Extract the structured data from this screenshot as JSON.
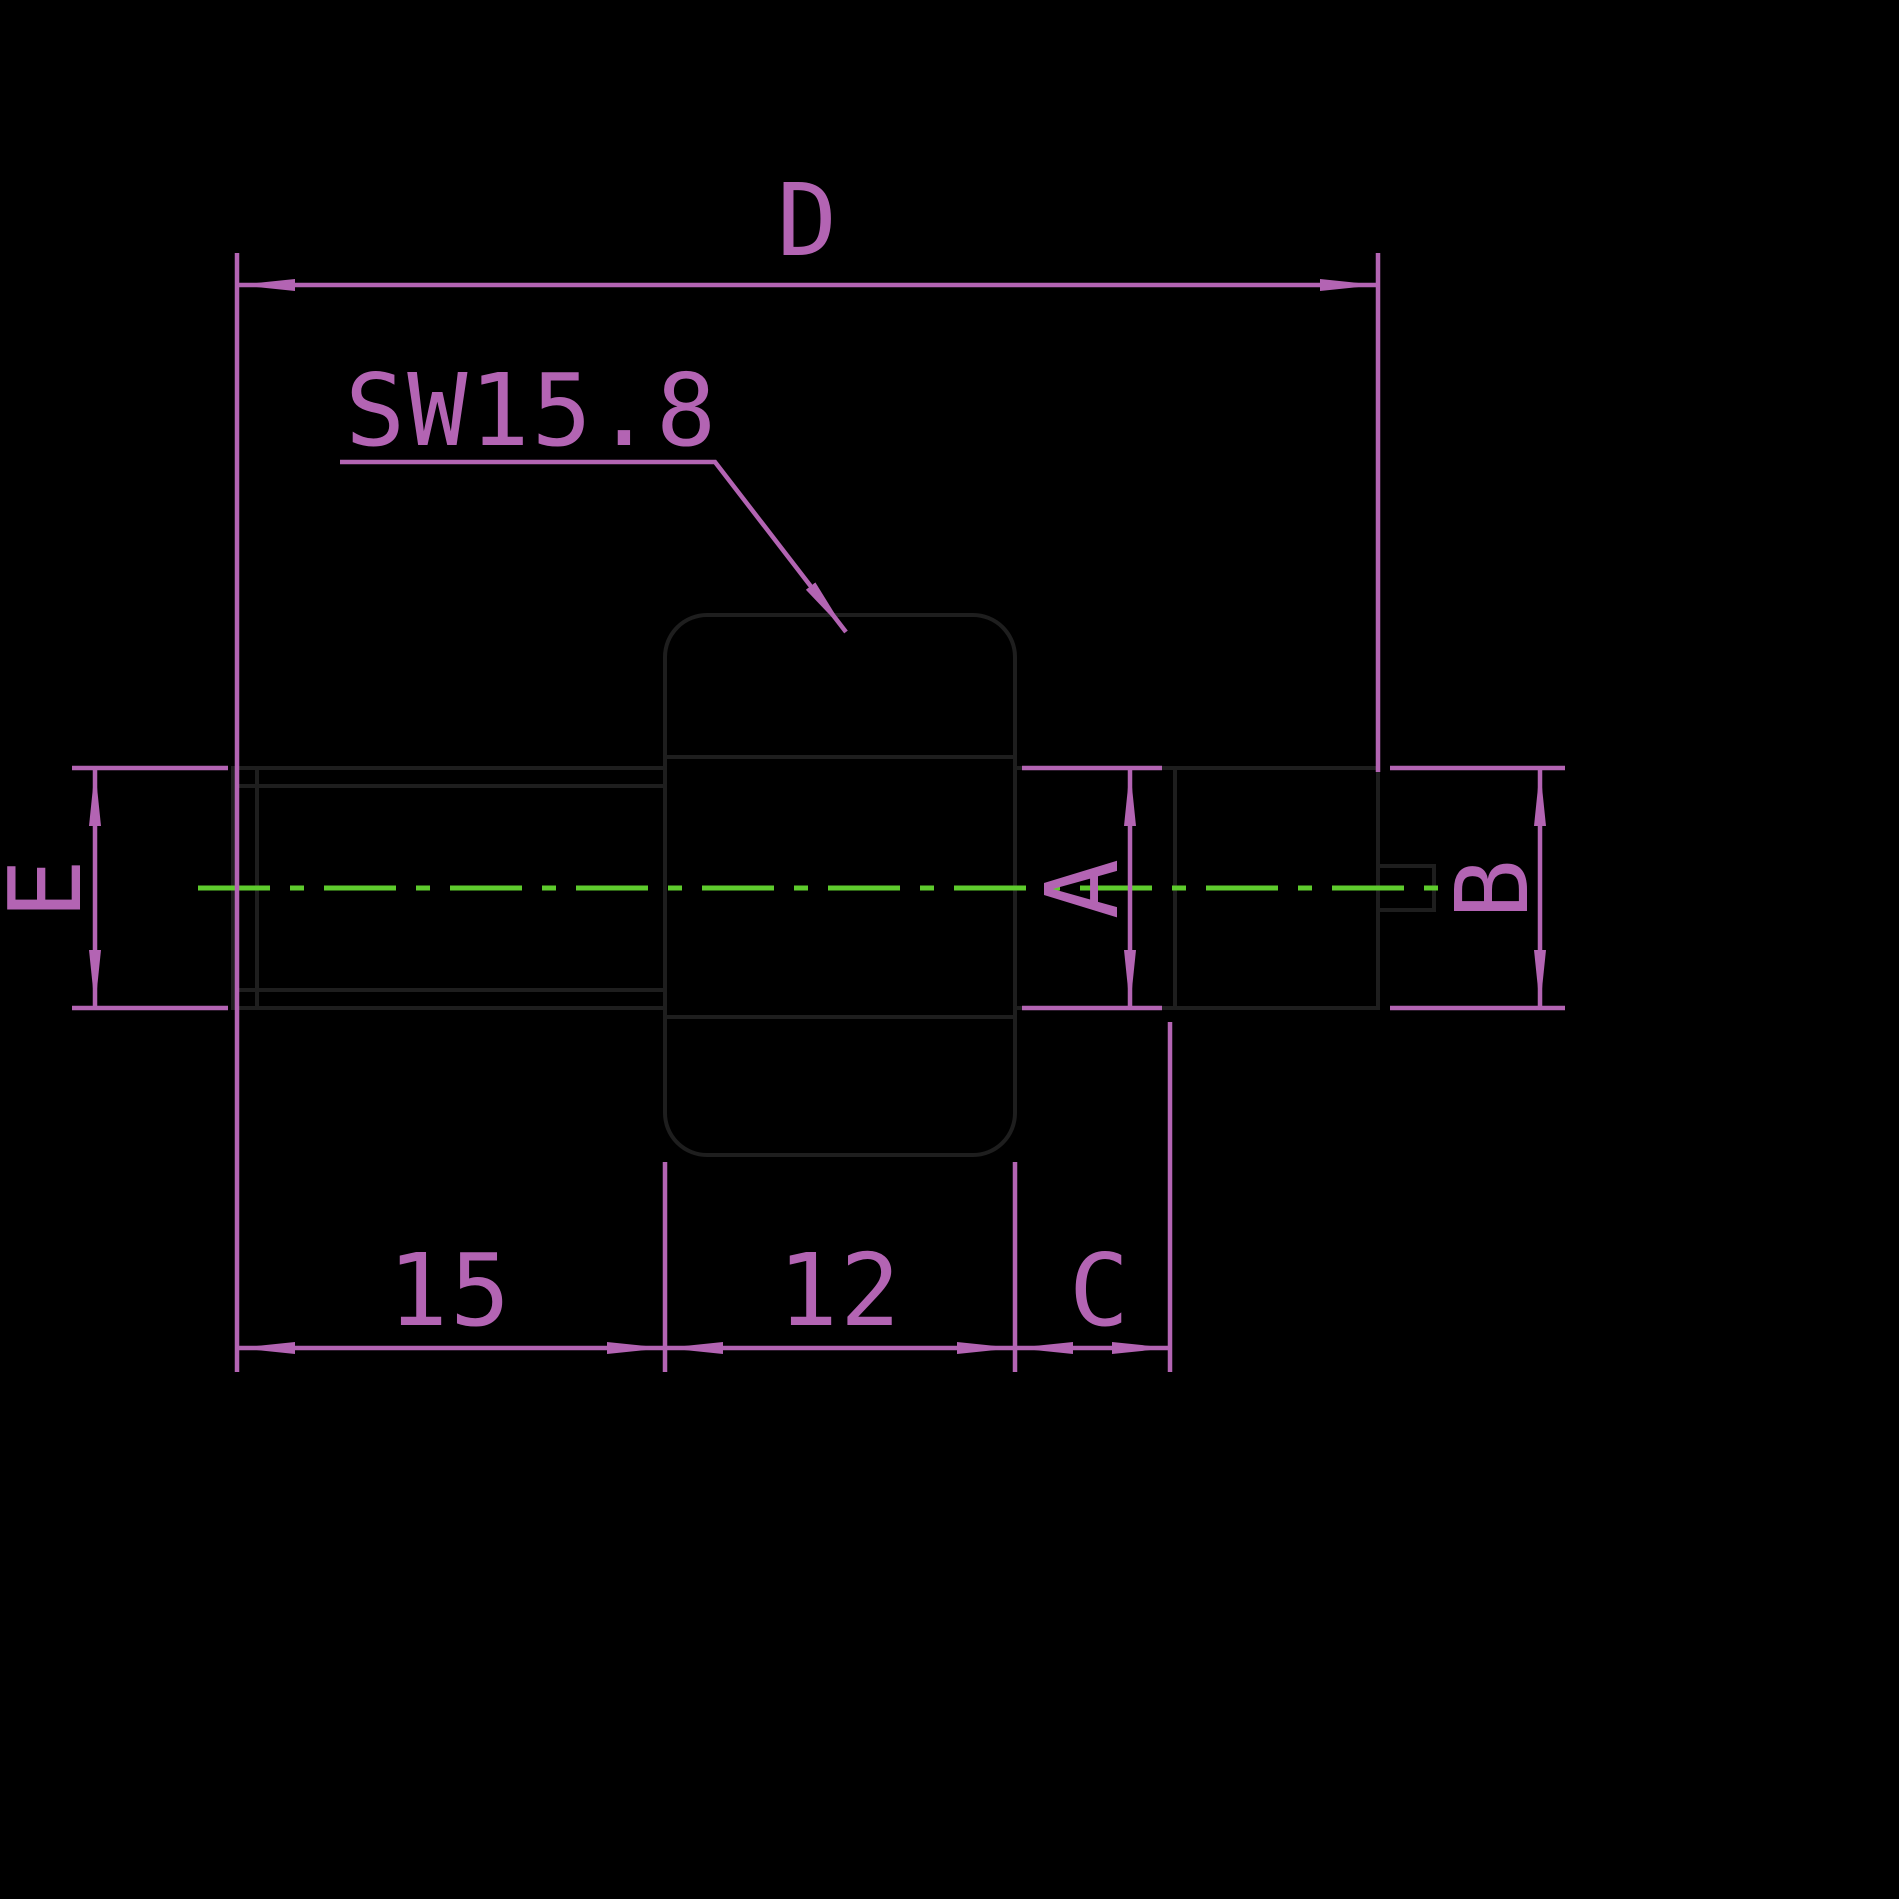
{
  "drawing_type": "technical-dimension-drawing",
  "labels": {
    "overall_length": "D",
    "wrench_size": "SW15.8",
    "left_diameter": "E",
    "mid_diameter": "A",
    "right_diameter": "B",
    "left_length": "15",
    "hex_length": "12",
    "groove_length": "C"
  },
  "colors": {
    "background": "#000000",
    "dimension": "#b364b3",
    "centerline": "#5ecb2d",
    "part_outline": "#1e1e1e"
  }
}
